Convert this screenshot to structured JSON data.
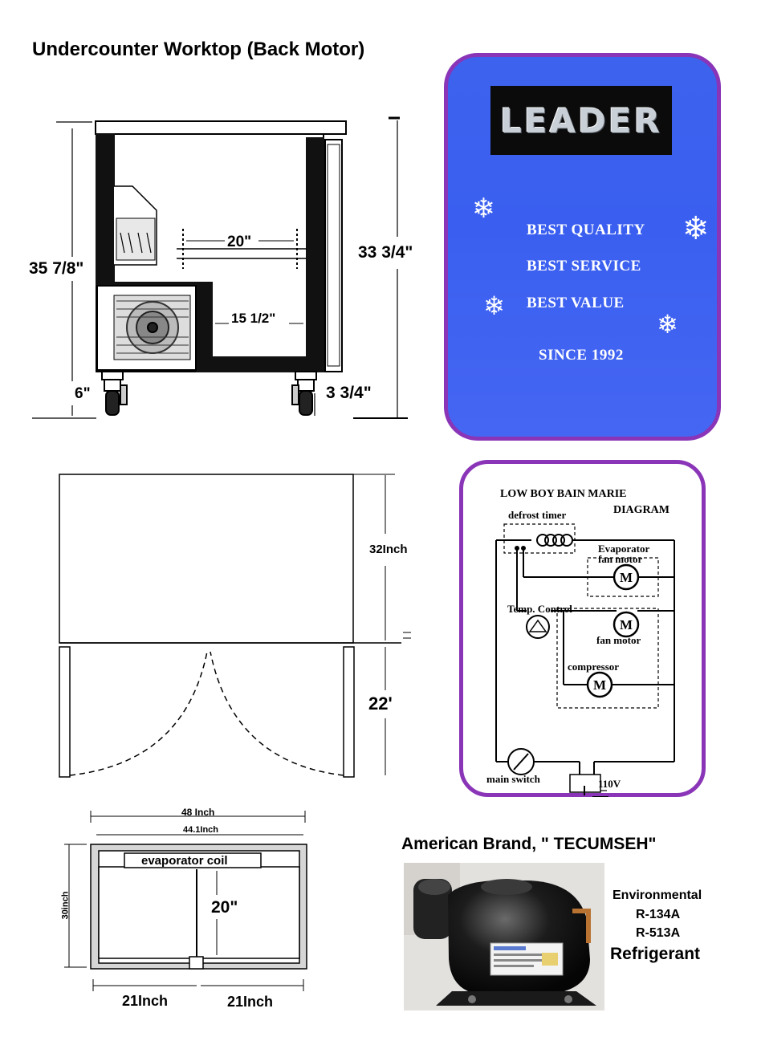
{
  "title": "Undercounter Worktop (Back Motor)",
  "side_view": {
    "overall_height": "35 7/8\"",
    "body_height": "33 3/4\"",
    "shelf_width": "20\"",
    "inner_width": "15 1/2\"",
    "caster_left": "6\"",
    "caster_right": "3 3/4\""
  },
  "leader_panel": {
    "logo": "LEADER",
    "lines": [
      "BEST QUALITY",
      "BEST SERVICE",
      "BEST VALUE",
      "SINCE 1992"
    ],
    "colors": {
      "border": "#8a35b8",
      "background": "#3d62ee"
    }
  },
  "front_view": {
    "top_height": "32Inch",
    "door_height": "22'"
  },
  "circuit": {
    "title_line1": "LOW BOY   BAIN MARIE",
    "title_line2": "DIAGRAM",
    "defrost_timer": "defrost timer",
    "evaporator_fan_motor": "Evaporator fan motor",
    "temp_control": "Temp. Control",
    "fan_motor": "fan motor",
    "compressor": "compressor",
    "main_switch": "main switch",
    "voltage": "110V",
    "motor_symbol": "M"
  },
  "top_view": {
    "outer_width": "48 Inch",
    "inner_width": "44.1Inch",
    "evaporator_coil": "evaporator coil",
    "depth": "30inch",
    "inner_depth": "20\"",
    "left_section": "21Inch",
    "right_section": "21Inch"
  },
  "compressor": {
    "brand": "American Brand, \" TECUMSEH\"",
    "environmental": "Environmental",
    "refrigerant_1": "R-134A",
    "refrigerant_2": "R-513A",
    "refrigerant": "Refrigerant"
  }
}
